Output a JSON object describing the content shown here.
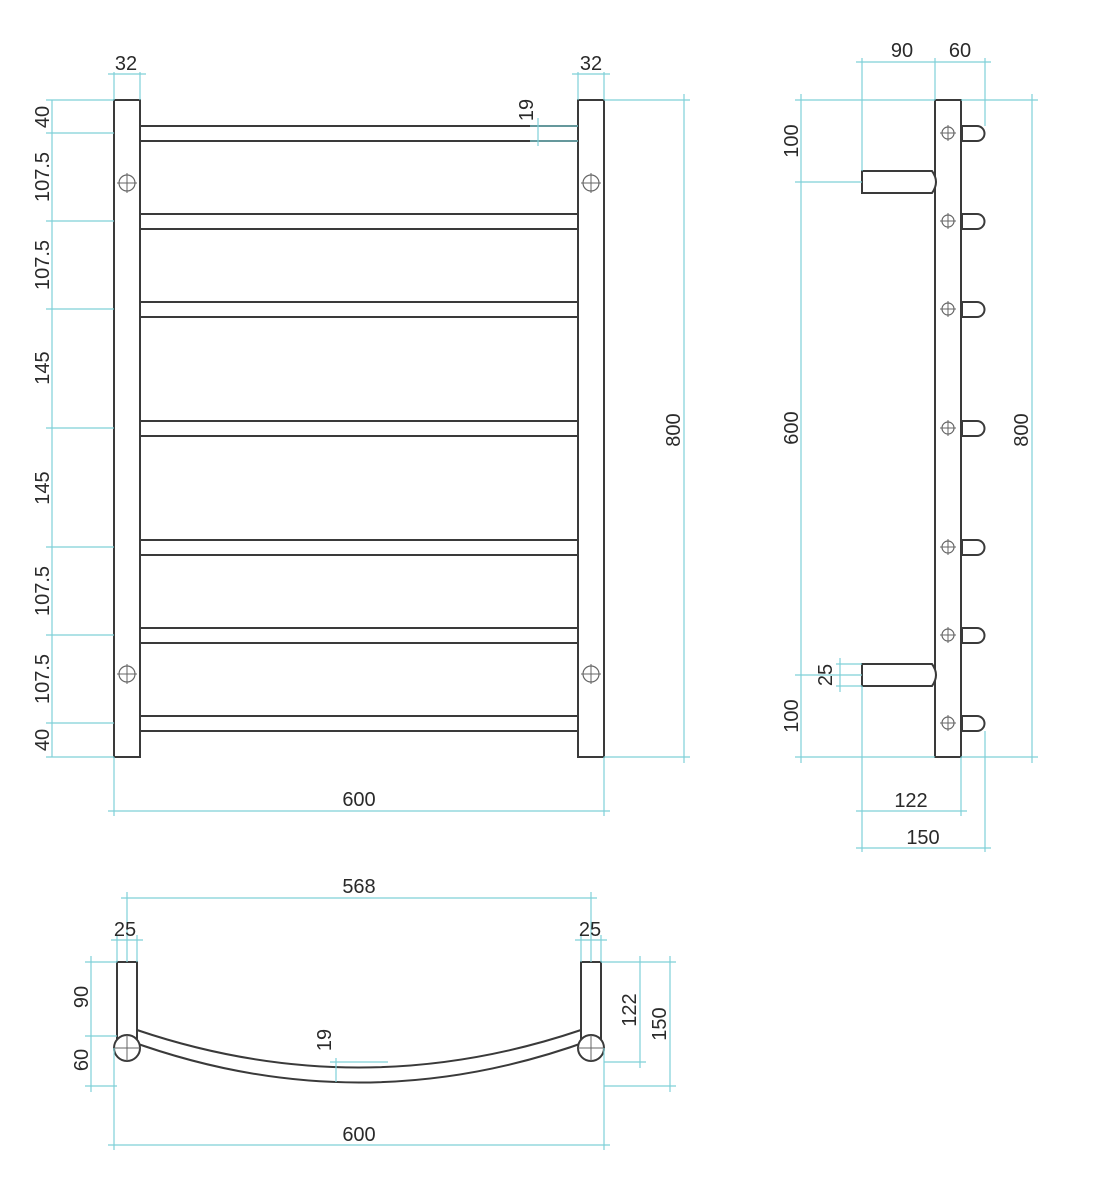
{
  "front_view": {
    "top_left_width": "32",
    "top_right_width": "32",
    "bar_thickness": "19",
    "left_spacings": [
      "40",
      "107.5",
      "107.5",
      "145",
      "145",
      "107.5",
      "107.5",
      "40"
    ],
    "overall_height": "800",
    "overall_width": "600"
  },
  "side_view": {
    "top_left": "90",
    "top_right": "60",
    "top_offset": "100",
    "mount_span": "600",
    "bracket_size": "25",
    "bottom_offset": "100",
    "overall_height": "800",
    "depth_inner": "122",
    "depth_outer": "150"
  },
  "top_view": {
    "inner_width": "568",
    "left_post": "25",
    "right_post": "25",
    "left_upper": "90",
    "left_lower": "60",
    "bar_thickness": "19",
    "right_inner": "122",
    "right_outer": "150",
    "overall_width": "600"
  },
  "colors": {
    "object_line": "#3a3a3a",
    "dimension_line": "#7fd0d8",
    "text": "#2a2a2a"
  }
}
